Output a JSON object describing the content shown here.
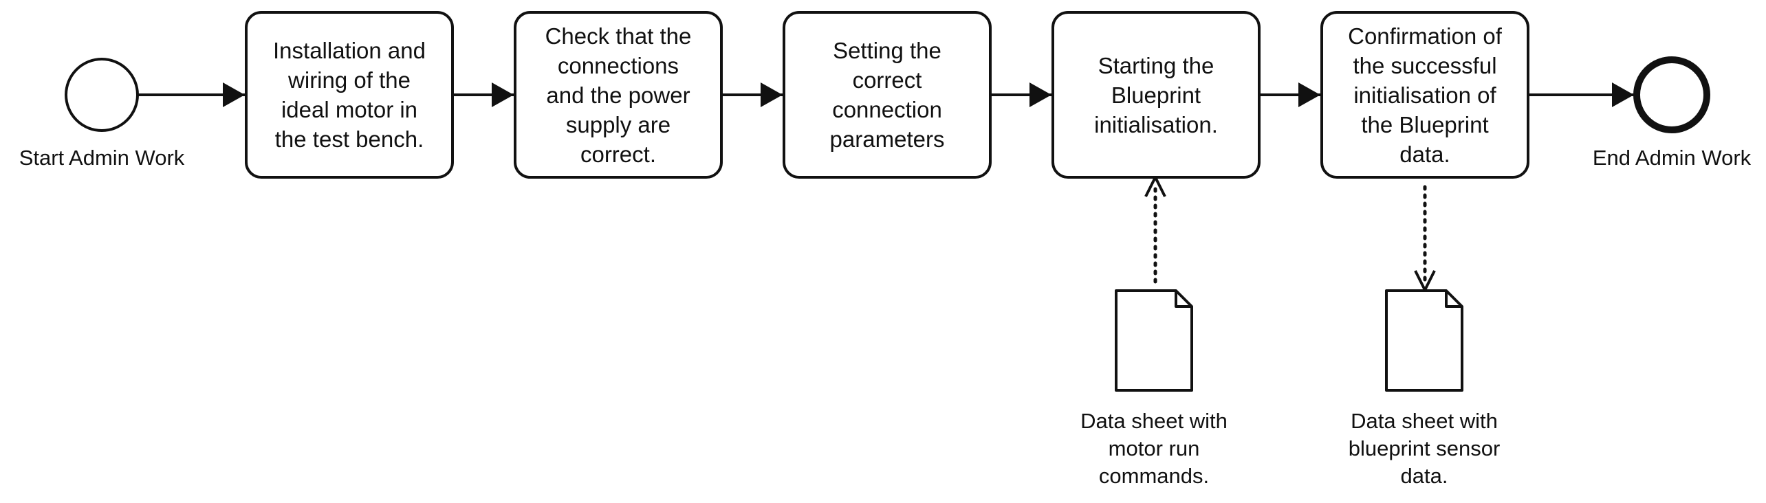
{
  "events": {
    "start_label": "Start Admin Work",
    "end_label": "End Admin Work"
  },
  "tasks": [
    {
      "text": "Installation and\nwiring of the\nideal motor in\nthe test bench."
    },
    {
      "text": "Check that the\nconnections\nand the power\nsupply are\ncorrect."
    },
    {
      "text": "Setting the\ncorrect\nconnection\nparameters"
    },
    {
      "text": "Starting the\nBlueprint\ninitialisation."
    },
    {
      "text": "Confirmation of\nthe successful\ninitialisation of\nthe Blueprint\ndata."
    }
  ],
  "data_objects": [
    {
      "label": "Data sheet with\nmotor run\ncommands."
    },
    {
      "label": "Data sheet with\nblueprint sensor\ndata."
    }
  ]
}
